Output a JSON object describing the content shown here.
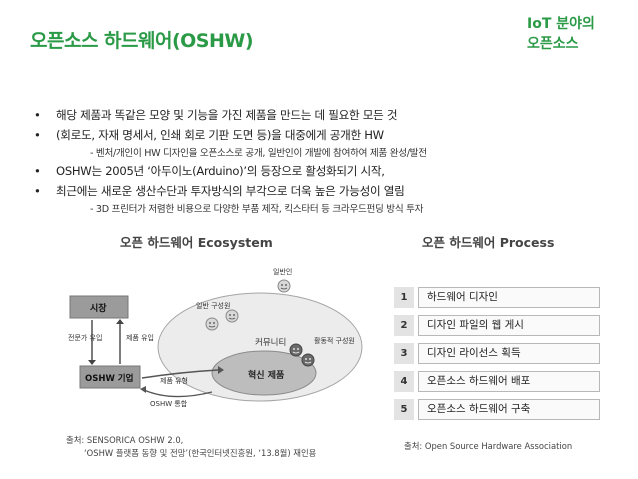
{
  "slide": {
    "title": "오픈소스 하드웨어(OSHW)",
    "tag_line1": "IoT 분야의",
    "tag_line2": "오픈소스"
  },
  "bullets": [
    {
      "text": "해당 제품과 똑같은 모양 및 기능을 가진 제품을 만드는 데 필요한 모든 것"
    },
    {
      "text": "(회로도, 자재 명세서, 인쇄 회로 기판 도면 등)을 대중에게 공개한 HW"
    },
    {
      "text": "OSHW는 2005년 ‘아두이노(Arduino)’의 등장으로 활성화되기 시작,"
    },
    {
      "text": "최근에는 새로운 생산수단과 투자방식의 부각으로 더욱 높은 가능성이 열림"
    }
  ],
  "sub_bullets": [
    "- 벤처/개인이 HW 디자인을 오픈소스로 공개, 일반인이 개발에 참여하여 제품 완성/발전",
    "- 3D 프린터가 저렴한 비용으로 다양한 부품 제작, 킥스타터 등 크라우드펀딩 방식 투자"
  ],
  "ecosystem": {
    "title": "오픈 하드웨어 Ecosystem",
    "market": "시장",
    "company": "OSHW 기업",
    "community": "커뮤니티",
    "innovation": "혁신 제품",
    "public_user": "일반인",
    "general_member": "일반 구성원",
    "active_member": "활동적 구성원",
    "expert_inflow": "전문가 유입",
    "product_inflow": "제품 유입",
    "product_flow": "제품 유형",
    "oshw_flow": "OSHW 통합",
    "source_line1": "출처: SENSORICA OSHW 2.0,",
    "source_line2": "‘OSHW 플랫폼 동향 및 전망’(한국인터넷진흥원, ‘13.8월) 재인용"
  },
  "process": {
    "title": "오픈 하드웨어 Process",
    "steps": [
      {
        "num": "1",
        "label": "하드웨어 디자인"
      },
      {
        "num": "2",
        "label": "디자인 파일의 웹 게시"
      },
      {
        "num": "3",
        "label": "디자인 라이선스 획득"
      },
      {
        "num": "4",
        "label": "오픈소스 하드웨어 배포"
      },
      {
        "num": "5",
        "label": "오픈소스 하드웨어 구축"
      }
    ],
    "source": "출처: Open Source Hardware Association"
  },
  "colors": {
    "accent": "#2a9a47"
  }
}
